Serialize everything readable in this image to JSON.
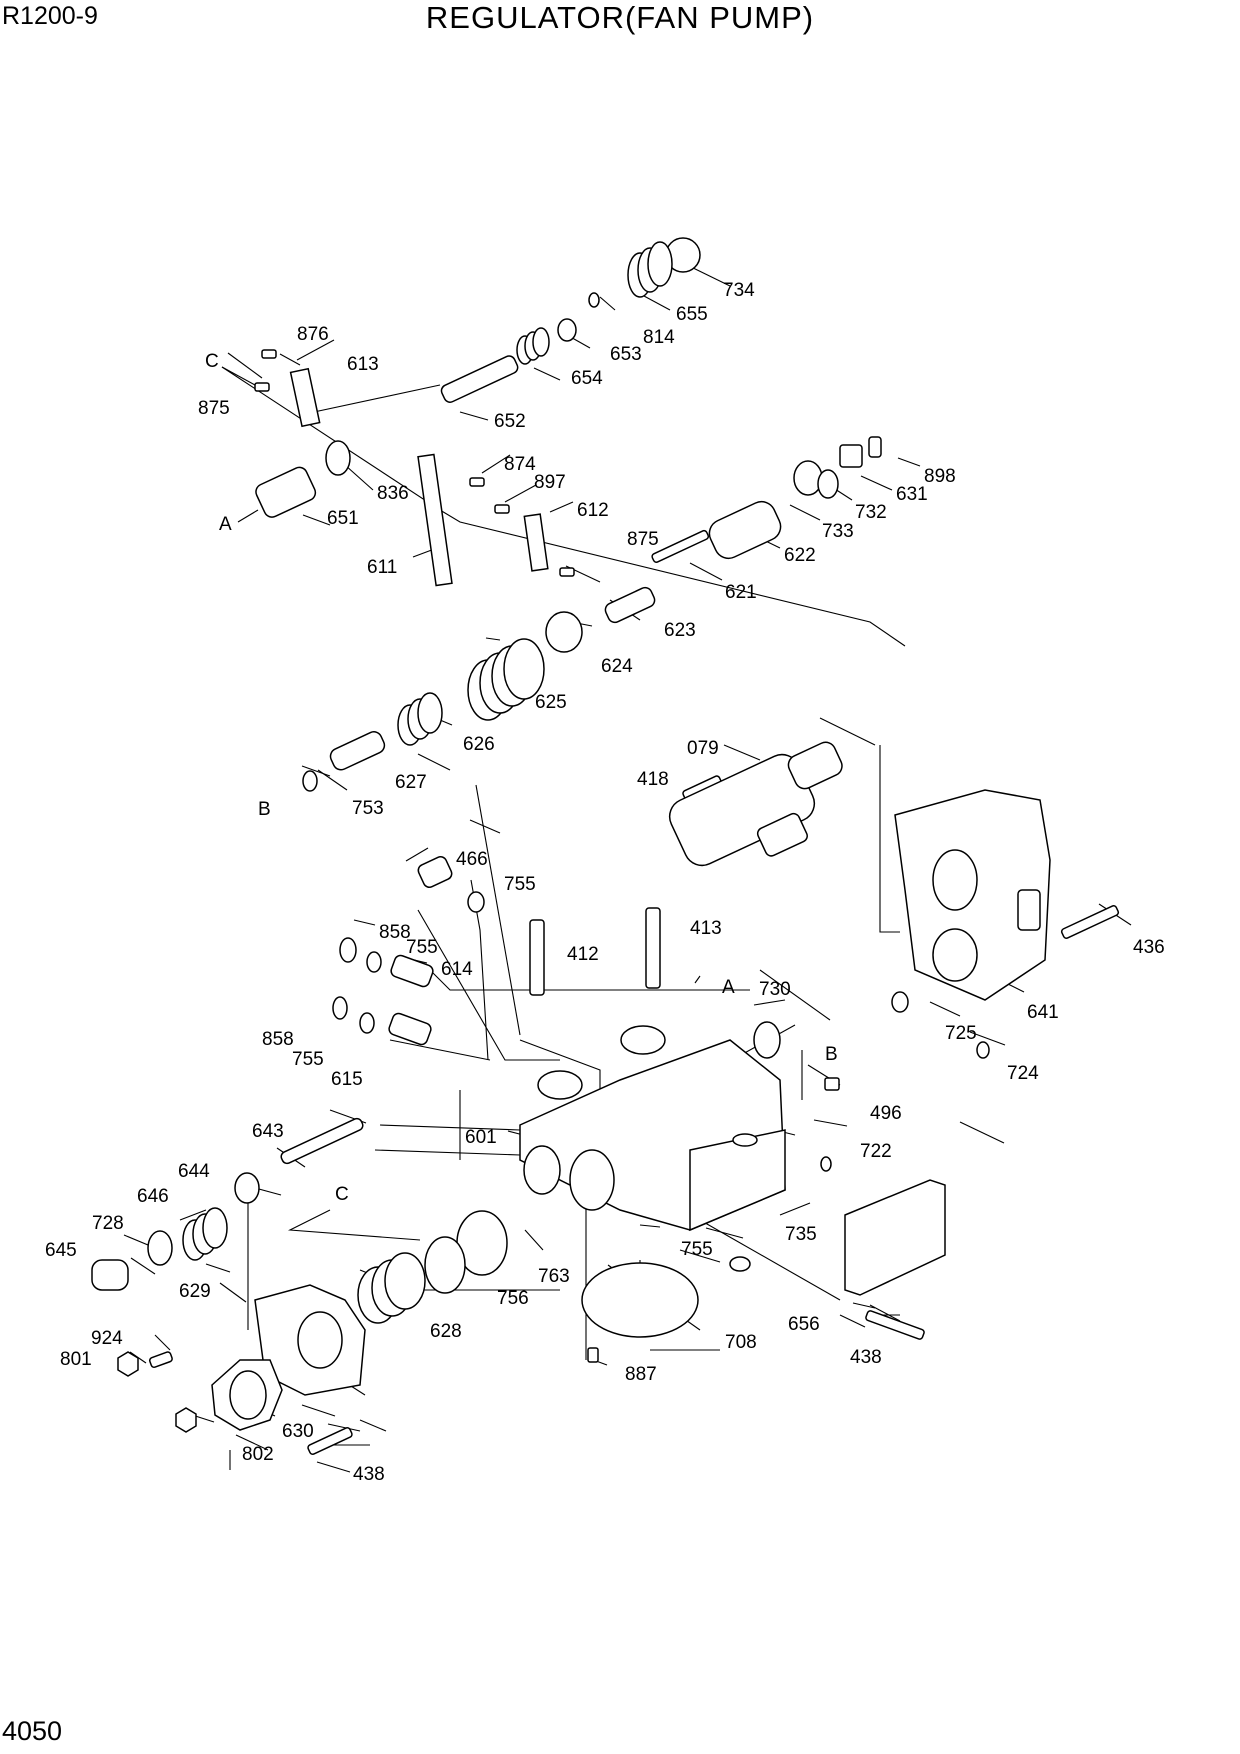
{
  "header": {
    "model": "R1200-9",
    "title": "REGULATOR(FAN PUMP)"
  },
  "footer": {
    "page": "4050"
  },
  "callouts": [
    "876",
    "613",
    "C",
    "875",
    "652",
    "653",
    "654",
    "814",
    "655",
    "734",
    "874",
    "897",
    "836",
    "A",
    "651",
    "611",
    "612",
    "875",
    "898",
    "631",
    "732",
    "733",
    "622",
    "621",
    "623",
    "624",
    "625",
    "626",
    "627",
    "B",
    "753",
    "079",
    "418",
    "466",
    "755",
    "858",
    "755",
    "614",
    "412",
    "413",
    "858",
    "755",
    "615",
    "436",
    "641",
    "725",
    "724",
    "730",
    "A",
    "B",
    "496",
    "722",
    "643",
    "C",
    "601",
    "644",
    "646",
    "728",
    "645",
    "735",
    "755",
    "763",
    "756",
    "629",
    "628",
    "708",
    "656",
    "438",
    "924",
    "801",
    "887",
    "630",
    "802",
    "438"
  ]
}
